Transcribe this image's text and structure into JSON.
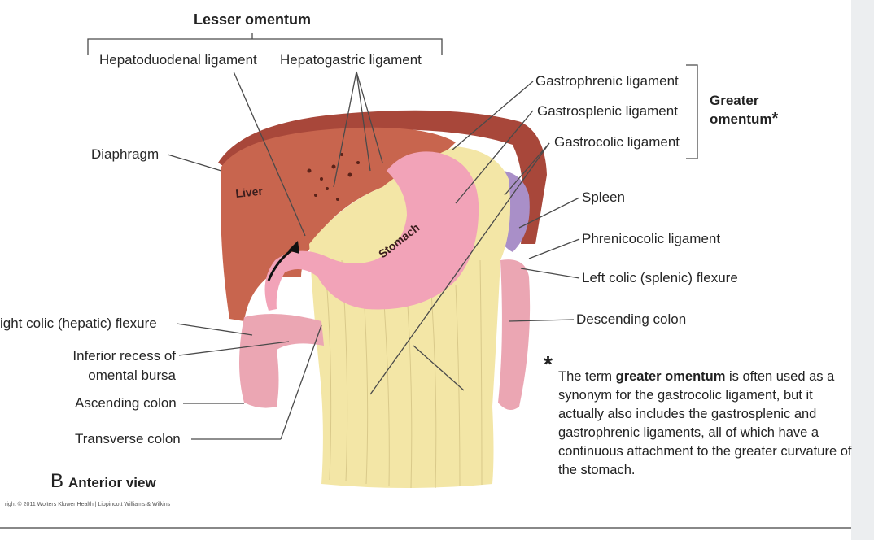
{
  "title": "Lesser omentum",
  "lesser_parts": {
    "hepatoduodenal": "Hepatoduodenal ligament",
    "hepatogastric": "Hepatogastric ligament"
  },
  "greater_parts": {
    "gastrophrenic": "Gastrophrenic ligament",
    "gastrosplenic": "Gastrosplenic ligament",
    "gastrocolic": "Gastrocolic ligament"
  },
  "greater_title_line1": "Greater",
  "greater_title_line2": "omentum",
  "asterisk": "*",
  "left_labels": {
    "diaphragm": "Diaphragm",
    "right_colic": "ight colic (hepatic) flexure",
    "inferior_recess_1": "Inferior recess of",
    "inferior_recess_2": "omental bursa",
    "ascending": "Ascending colon",
    "transverse": "Transverse colon"
  },
  "right_labels": {
    "spleen": "Spleen",
    "phrenicocolic": "Phrenicocolic ligament",
    "left_colic": "Left colic (splenic) flexure",
    "descending": "Descending colon"
  },
  "organs": {
    "liver": "Liver",
    "stomach": "Stomach"
  },
  "note": {
    "pre": "The term ",
    "bold": "greater omentum",
    "post": " is often used as a synonym for the gastrocolic ligament, but it actually also includes the gastrosplenic and gastrophrenic ligaments, all of which have a continuous attachment to the greater curvature of the stomach."
  },
  "view": {
    "letter": "B",
    "label": "Anterior view"
  },
  "copyright": "right © 2011 Wolters Kluwer Health | Lippincott Williams & Wilkins",
  "colors": {
    "liver": "#c8654e",
    "stomach": "#f2a3b8",
    "omentum": "#f3e6a6",
    "spleen": "#a98fc8",
    "colon": "#eba6b3",
    "diaphragm": "#a8473a"
  }
}
